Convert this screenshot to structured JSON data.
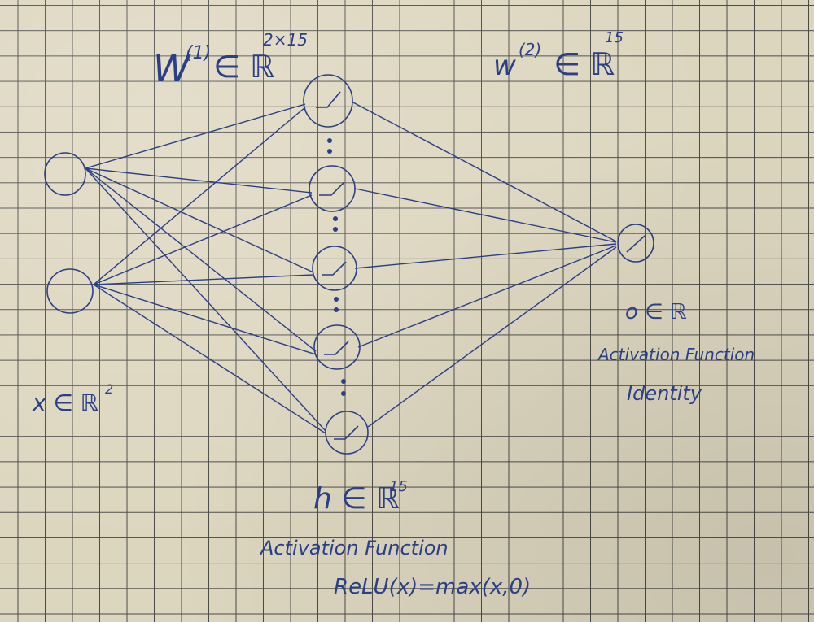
{
  "labels": {
    "w1": "W",
    "w1_sup": "(1)",
    "w1_in": "∈ ℝ",
    "w1_dim": "2×15",
    "w2": "w",
    "w2_sup": "(2)",
    "w2_in": "∈ ℝ",
    "w2_dim": "15",
    "x_var": "x ∈ ℝ",
    "x_dim": "2",
    "h_var": "h ∈ ℝ",
    "h_dim": "15",
    "o_var": "o ∈ ℝ",
    "hidden_act_title": "Activation Function",
    "hidden_act_formula": "ReLU(x)=max(x,0)",
    "out_act_title": "Activation Function",
    "out_act_name": "Identity"
  },
  "colors": {
    "ink": "#2b3f86",
    "paper": "#ddd6bf",
    "grid": "#4a4a48"
  },
  "network": {
    "input_nodes": 2,
    "hidden_nodes_drawn": 5,
    "output_nodes": 1,
    "hidden_symbol": "relu-icon",
    "output_symbol": "identity-icon"
  }
}
